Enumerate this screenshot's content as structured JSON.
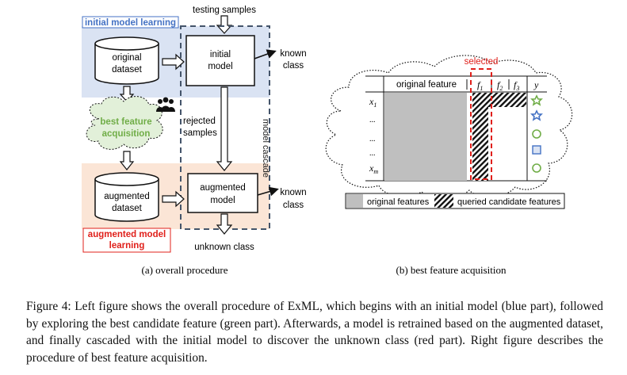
{
  "left_panel": {
    "initial_learning_label": "initial model learning",
    "testing_samples": "testing samples",
    "original_dataset_line1": "original",
    "original_dataset_line2": "dataset",
    "initial_model_line1": "initial",
    "initial_model_line2": "model",
    "known_class_top_line1": "known",
    "known_class_top_line2": "class",
    "rejected_line1": "rejected",
    "rejected_line2": "samples",
    "model_cascade": "model cascade",
    "best_feature_line1": "best feature",
    "best_feature_line2": "acquisition",
    "augmented_dataset_line1": "augmented",
    "augmented_dataset_line2": "dataset",
    "augmented_model_line1": "augmented",
    "augmented_model_line2": "model",
    "known_class_bottom_line1": "known",
    "known_class_bottom_line2": "class",
    "augmented_learning_line1": "augmented model",
    "augmented_learning_line2": "learning",
    "unknown_class": "unknown class",
    "caption": "(a) overall procedure",
    "colors": {
      "blue_region": "#dae3f3",
      "orange_region": "#fbe5d6",
      "green_cloud": "#e2f0d9",
      "red_label": "#e0201b",
      "blue_label": "#4472c4"
    }
  },
  "right_panel": {
    "selected_label": "selected",
    "header_original_feature": "original feature",
    "header_f1": "f",
    "header_f1_sub": "1",
    "header_f2": "f",
    "header_f2_sub": "2",
    "header_f3": "f",
    "header_f3_sub": "3",
    "header_y": "y",
    "row_x1": "x",
    "row_x1_sub": "1",
    "row_dots": "...",
    "row_xm": "x",
    "row_xm_sub": "m",
    "legend_original": "original features",
    "legend_queried": "queried candidate features",
    "caption": "(b) best feature acquisition",
    "label_icons": [
      "star-green-icon",
      "star-blue-icon",
      "circle-green-icon",
      "square-blue-icon",
      "circle-green-icon"
    ]
  },
  "figure_caption": "Figure 4: Left figure shows the overall procedure of ExML, which begins with an initial model (blue part), followed by exploring the best candidate feature (green part). Afterwards, a model is retrained based on the augmented dataset, and finally cascaded with the initial model to discover the unknown class (red part). Right figure describes the procedure of best feature acquisition."
}
